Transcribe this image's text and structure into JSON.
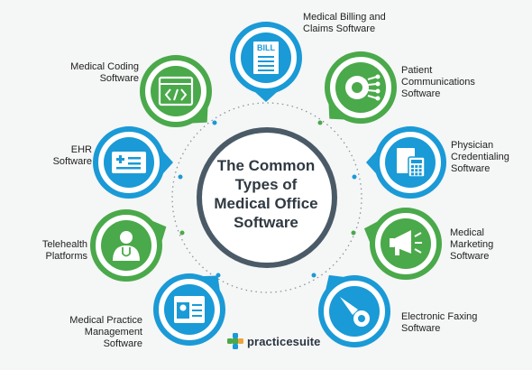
{
  "diagram": {
    "center_title": "The Common\nTypes of\nMedical Office\nSoftware",
    "brand": "practicesuite",
    "colors": {
      "blue": "#1a9ad6",
      "green": "#4aa94a",
      "ring": "#4a5a66",
      "dots": "#7a8a94"
    },
    "nodes": [
      {
        "id": "billing",
        "label": "Medical Billing and\nClaims Software",
        "color": "blue",
        "icon": "bill-document-icon",
        "icon_text": "BILL"
      },
      {
        "id": "patient-comms",
        "label": "Patient\nCommunications\nSoftware",
        "color": "green",
        "icon": "gear-network-icon"
      },
      {
        "id": "credentialing",
        "label": "Physician\nCredentialing\nSoftware",
        "color": "blue",
        "icon": "calculator-document-icon"
      },
      {
        "id": "marketing",
        "label": "Medical\nMarketing\nSoftware",
        "color": "green",
        "icon": "megaphone-icon"
      },
      {
        "id": "faxing",
        "label": "Electronic Faxing\nSoftware",
        "color": "blue",
        "icon": "rocket-gear-icon"
      },
      {
        "id": "practice-mgmt",
        "label": "Medical Practice\nManagement Software",
        "color": "blue",
        "icon": "profile-window-icon"
      },
      {
        "id": "telehealth",
        "label": "Telehealth\nPlatforms",
        "color": "green",
        "icon": "doctor-icon"
      },
      {
        "id": "ehr",
        "label": "EHR\nSoftware",
        "color": "blue",
        "icon": "health-card-icon"
      },
      {
        "id": "coding",
        "label": "Medical Coding\nSoftware",
        "color": "green",
        "icon": "code-window-icon"
      }
    ]
  }
}
